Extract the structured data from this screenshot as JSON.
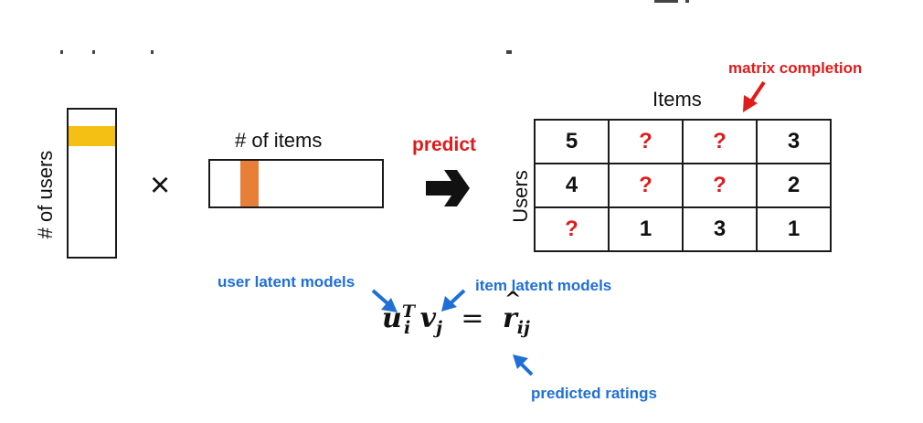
{
  "users_vector": {
    "label": "# of users",
    "highlight_color": "#f5c014"
  },
  "multiply_symbol": "×",
  "items_vector": {
    "label": "# of items",
    "highlight_color": "#e87f38"
  },
  "predict_label": "predict",
  "matrix": {
    "title": "Items",
    "row_axis_label": "Users",
    "completion_label": "matrix completion",
    "rows": [
      [
        "5",
        "?",
        "?",
        "3"
      ],
      [
        "4",
        "?",
        "?",
        "2"
      ],
      [
        "?",
        "1",
        "3",
        "1"
      ]
    ],
    "unknown_color": "#e11b1b"
  },
  "annotations": {
    "user_latent": "user latent models",
    "item_latent": "item latent models",
    "predicted": "predicted ratings"
  },
  "formula": {
    "u": "u",
    "u_sub": "i",
    "u_sup": "T",
    "v": "v",
    "v_sub": "j",
    "equals": "=",
    "r": "r",
    "r_hat": "^",
    "r_sub": "ij"
  },
  "colors": {
    "annotation_blue": "#1f6fd6",
    "accent_red": "#e11b1b"
  }
}
